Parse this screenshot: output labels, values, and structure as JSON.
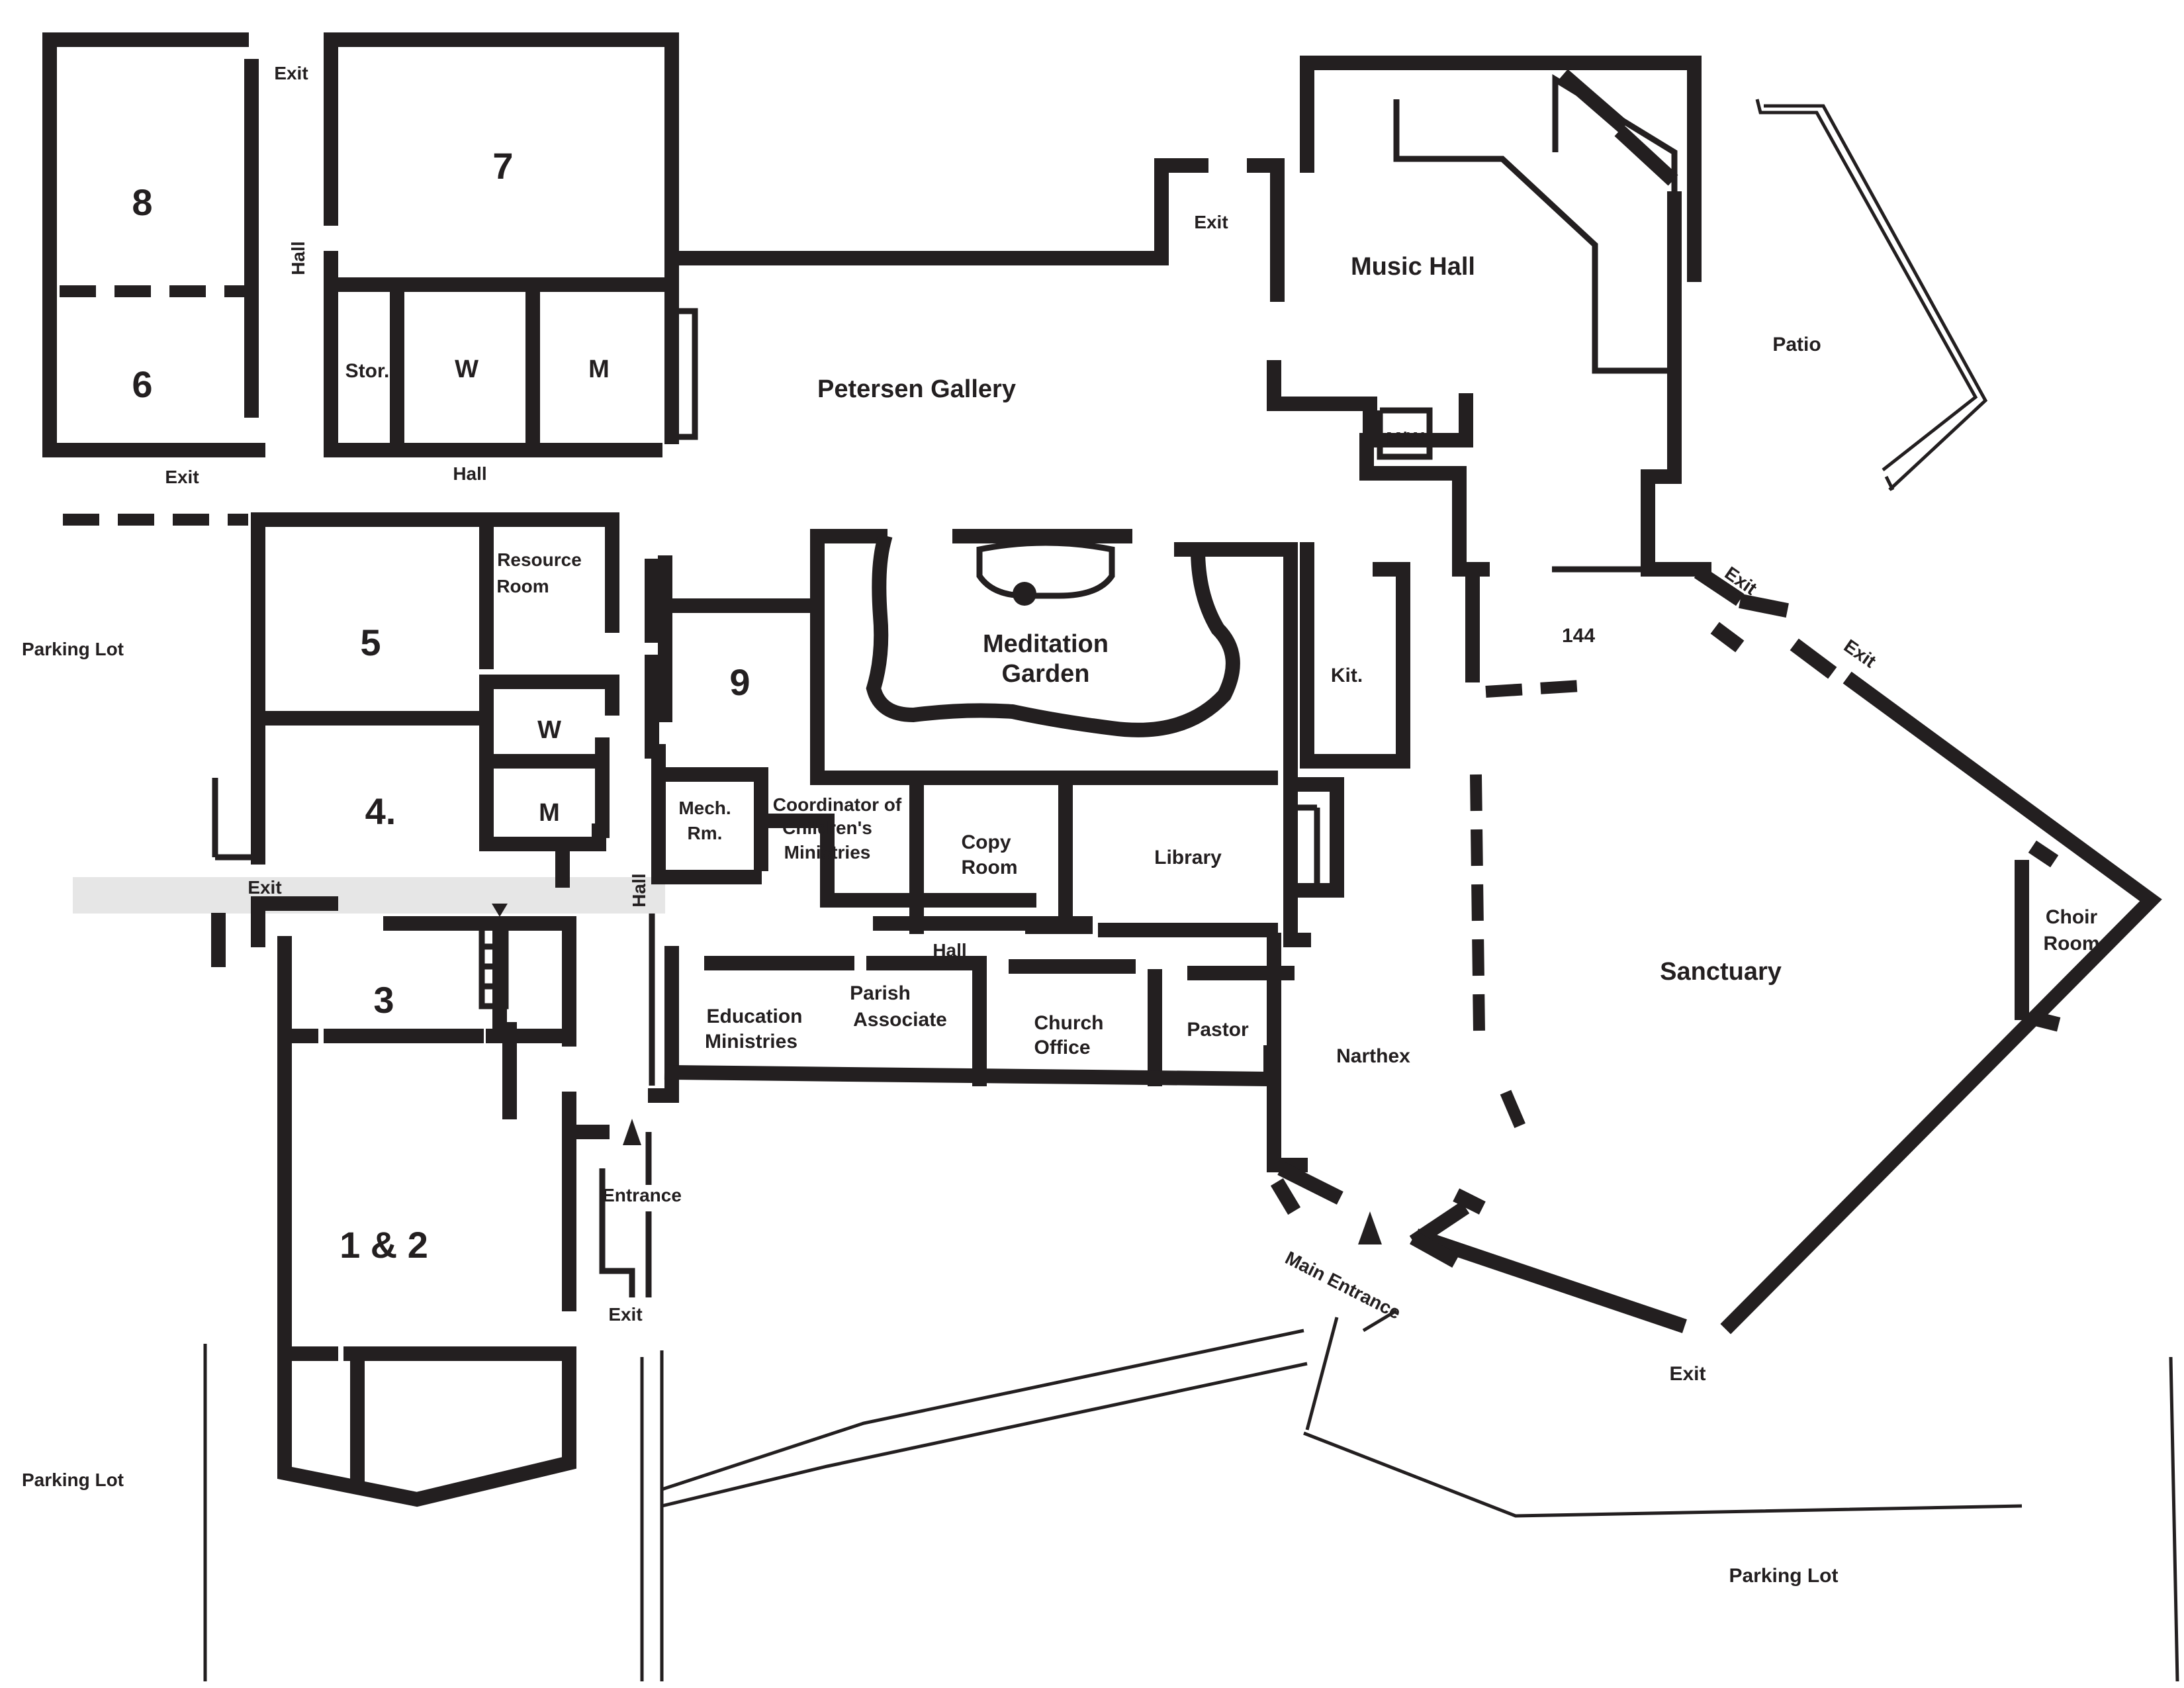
{
  "labels": {
    "room8": "8",
    "room6": "6",
    "room7": "7",
    "exit_top": "Exit",
    "hall_vert_top": "Hall",
    "stor": "Stor.",
    "w_top": "W",
    "m_top": "M",
    "exit_left_upper": "Exit",
    "hall_upper": "Hall",
    "exit_gallery": "Exit",
    "petersen_gallery": "Petersen Gallery",
    "music_hall": "Music Hall",
    "patio": "Patio",
    "mw": "M/W",
    "resource_room_1": "Resource",
    "resource_room_2": "Room",
    "parking_lot_left_upper": "Parking Lot",
    "room5": "5",
    "room9": "9",
    "meditation_garden_1": "Meditation",
    "meditation_garden_2": "Garden",
    "kit": "Kit.",
    "room144": "144",
    "exit_patio_1": "Exit",
    "exit_patio_2": "Exit",
    "w_mid": "W",
    "room4": "4.",
    "m_mid": "M",
    "mech_1": "Mech.",
    "mech_2": "Rm.",
    "coord_1": "Coordinator of",
    "coord_2": "Children's",
    "coord_3": "Ministries",
    "copy_1": "Copy",
    "copy_2": "Room",
    "library": "Library",
    "exit_left_mid": "Exit",
    "hall_vert_mid": "Hall",
    "choir_1": "Choir",
    "choir_2": "Room",
    "hall_mid": "Hall",
    "sanctuary": "Sanctuary",
    "room3": "3",
    "edu_1": "Education",
    "edu_2": "Ministries",
    "parish_1": "Parish",
    "parish_2": "Associate",
    "church_office_1": "Church",
    "church_office_2": "Office",
    "pastor": "Pastor",
    "narthex": "Narthex",
    "entrance": "Entrance",
    "room1and2": "1 & 2",
    "main_entrance": "Main Entrance",
    "exit_entrance": "Exit",
    "exit_sanctuary": "Exit",
    "parking_lot_left_lower": "Parking Lot",
    "parking_lot_bottom": "Parking Lot"
  }
}
